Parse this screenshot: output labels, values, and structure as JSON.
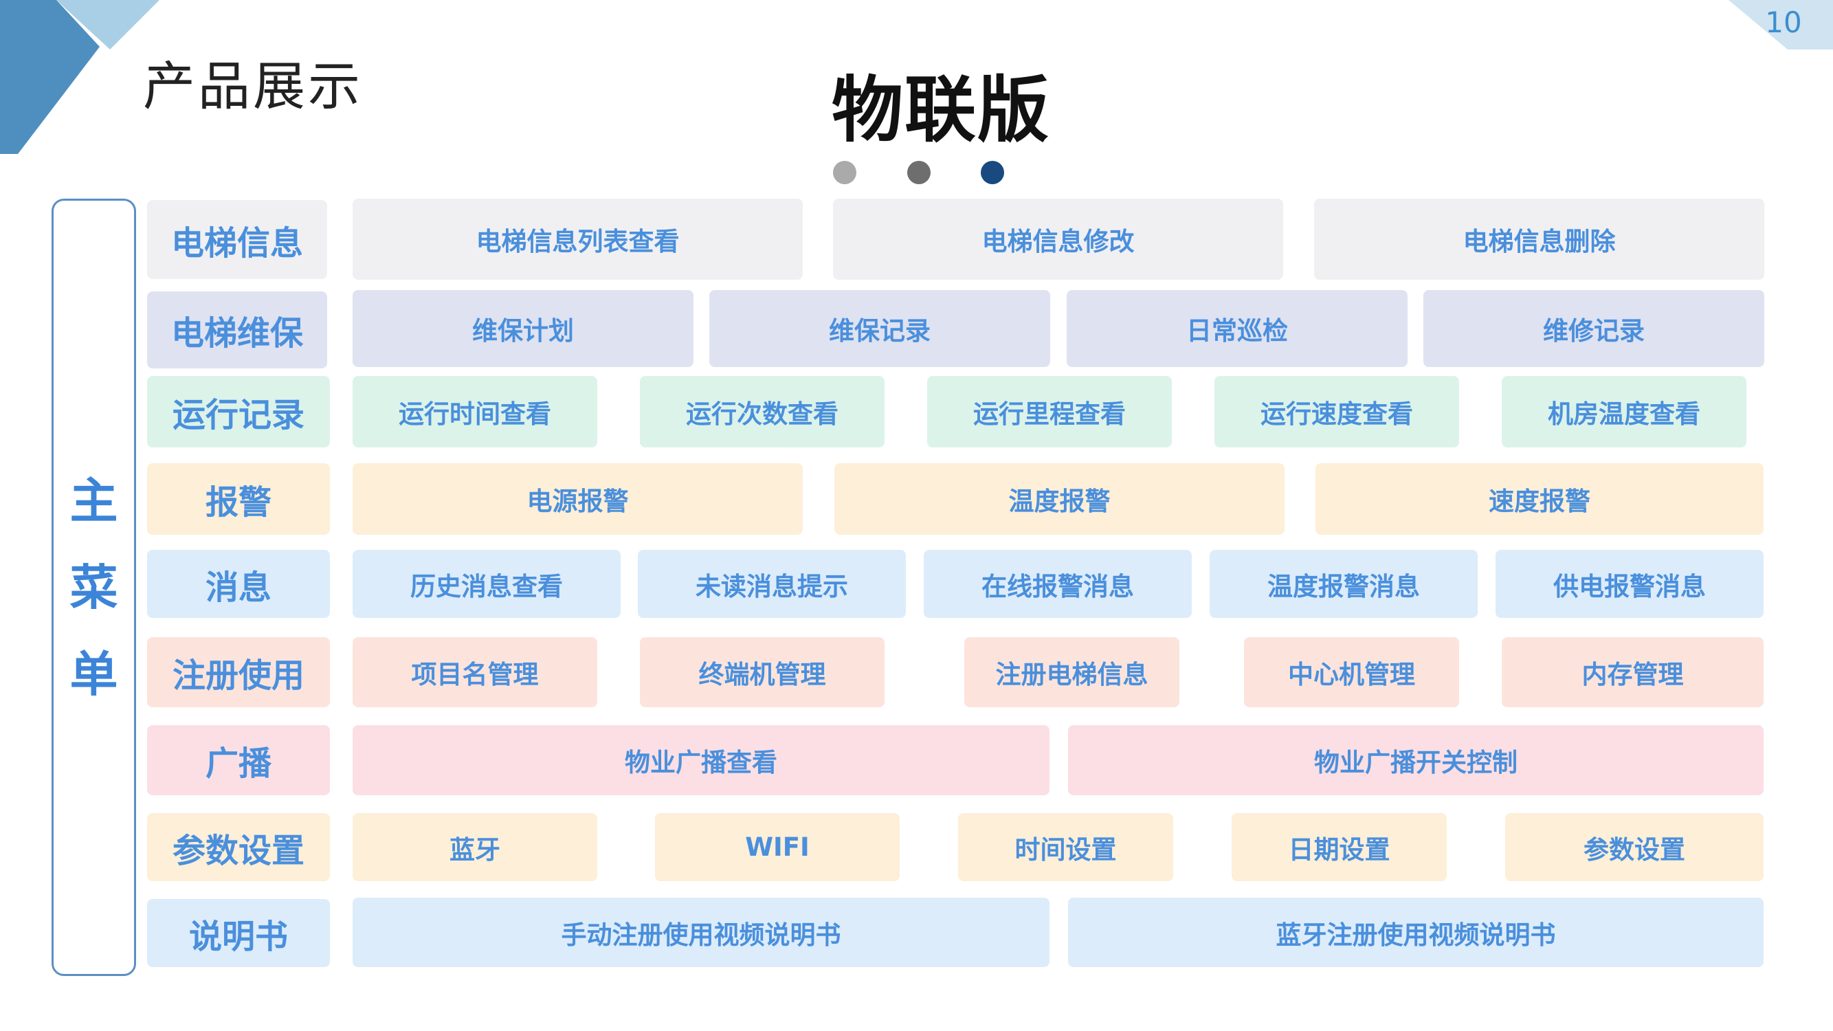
{
  "page_number": "10",
  "section_title": "产品展示",
  "main_title": "物联版",
  "dots": [
    {
      "color": "#aaaaaa"
    },
    {
      "color": "#6e6e6e"
    },
    {
      "color": "#184a80"
    }
  ],
  "side_menu": [
    "主",
    "菜",
    "单"
  ],
  "rows": [
    {
      "category": "电梯信息",
      "items": [
        "电梯信息列表查看",
        "电梯信息修改",
        "电梯信息删除"
      ]
    },
    {
      "category": "电梯维保",
      "items": [
        "维保计划",
        "维保记录",
        "日常巡检",
        "维修记录"
      ]
    },
    {
      "category": "运行记录",
      "items": [
        "运行时间查看",
        "运行次数查看",
        "运行里程查看",
        "运行速度查看",
        "机房温度查看"
      ]
    },
    {
      "category": "报警",
      "items": [
        "电源报警",
        "温度报警",
        "速度报警"
      ]
    },
    {
      "category": "消息",
      "items": [
        "历史消息查看",
        "未读消息提示",
        "在线报警消息",
        "温度报警消息",
        "供电报警消息"
      ]
    },
    {
      "category": "注册使用",
      "items": [
        "项目名管理",
        "终端机管理",
        "注册电梯信息",
        "中心机管理",
        "内存管理"
      ]
    },
    {
      "category": "广播",
      "items": [
        "物业广播查看",
        "物业广播开关控制"
      ]
    },
    {
      "category": "参数设置",
      "items": [
        "蓝牙",
        "WIFI",
        "时间设置",
        "日期设置",
        "参数设置"
      ]
    },
    {
      "category": "说明书",
      "items": [
        "手动注册使用视频说明书",
        "蓝牙注册使用视频说明书"
      ]
    }
  ],
  "colors": {
    "text_accent": "#4a8fdc",
    "deco_blue_dark": "#4f8fbf",
    "deco_blue_light": "#a9cfe6"
  }
}
